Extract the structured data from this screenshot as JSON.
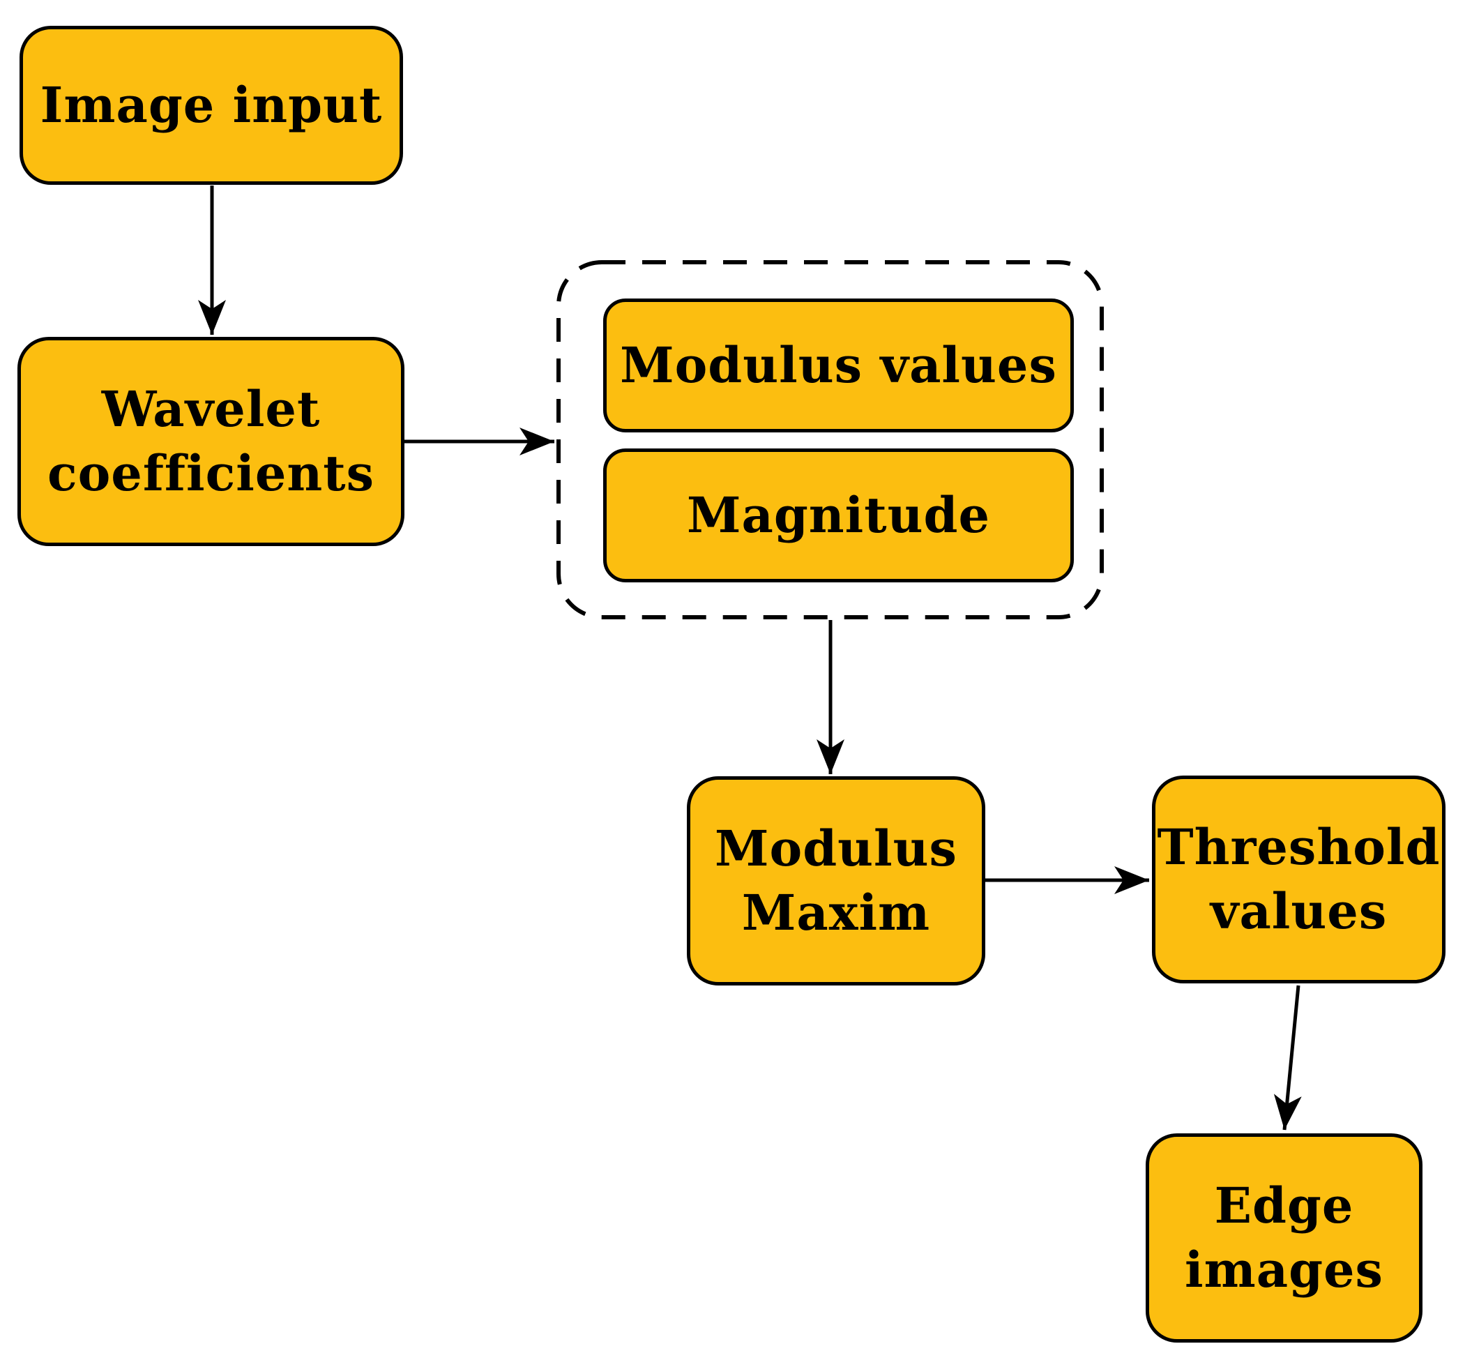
{
  "colors": {
    "node_fill": "#FCBE10",
    "border_color": "#000000",
    "background": "#FFFFFF"
  },
  "nodes": {
    "image_input": {
      "label": "Image input"
    },
    "wavelet_coefficients": {
      "label": "Wavelet\ncoefficients"
    },
    "modulus_values": {
      "label": "Modulus values"
    },
    "magnitude": {
      "label": "Magnitude"
    },
    "modulus_maxim": {
      "label": "Modulus\nMaxim"
    },
    "threshold_values": {
      "label": "Threshold\nvalues"
    },
    "edge_images": {
      "label": "Edge\nimages"
    }
  },
  "groups": [
    {
      "id": "modulus_group",
      "style": "dashed-rounded",
      "children": [
        "modulus_values",
        "magnitude"
      ]
    }
  ],
  "edges": [
    {
      "from": "image_input",
      "to": "wavelet_coefficients"
    },
    {
      "from": "wavelet_coefficients",
      "to": "modulus_group"
    },
    {
      "from": "modulus_group",
      "to": "modulus_maxim"
    },
    {
      "from": "modulus_maxim",
      "to": "threshold_values"
    },
    {
      "from": "threshold_values",
      "to": "edge_images"
    }
  ]
}
